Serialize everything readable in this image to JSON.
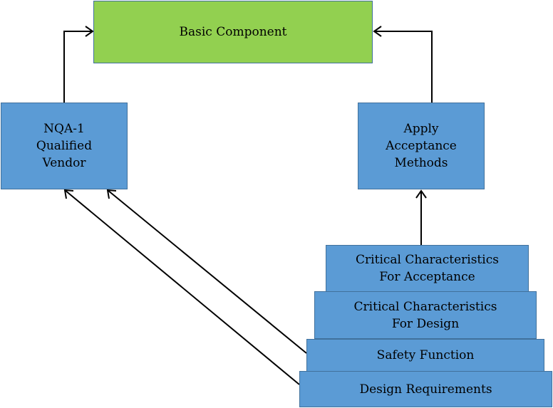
{
  "diagram": {
    "basic_component": "Basic Component",
    "nqa_vendor": "NQA-1\nQualified\nVendor",
    "apply_acceptance": "Apply\nAcceptance\nMethods",
    "crit_acceptance": "Critical Characteristics\nFor Acceptance",
    "crit_design": "Critical Characteristics\nFor Design",
    "safety_function": "Safety Function",
    "design_requirements": "Design Requirements"
  },
  "colors": {
    "blue_box": "#5b9bd5",
    "green_box": "#92d050",
    "border": "#41719c"
  }
}
